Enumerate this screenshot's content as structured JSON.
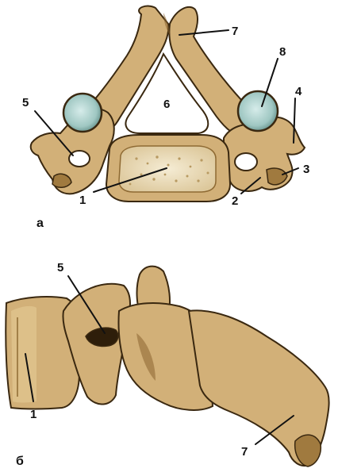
{
  "diagram": {
    "panel_a": {
      "panel_label": "а",
      "labels": [
        "1",
        "2",
        "3",
        "4",
        "5",
        "6",
        "7",
        "8"
      ]
    },
    "panel_b": {
      "panel_label": "б",
      "labels": [
        "1",
        "5",
        "7"
      ]
    }
  },
  "colors": {
    "bone": "#d2b078",
    "bone_dark": "#a07a3f",
    "bone_light": "#e6cd98",
    "outline": "#3a2810",
    "cancellous": "#efe3c4",
    "foramen_blue": "#a9cfc6",
    "label_ink": "#111111"
  }
}
